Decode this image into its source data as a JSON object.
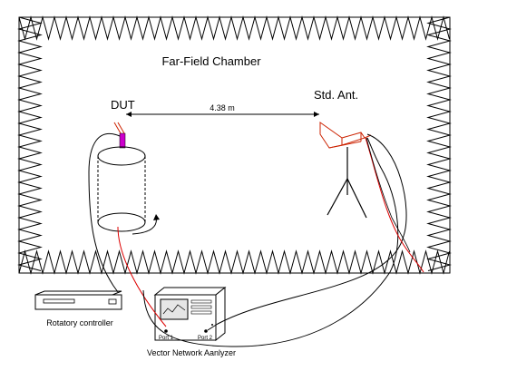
{
  "chamber": {
    "title": "Far-Field Chamber"
  },
  "dut": {
    "label": "DUT"
  },
  "standard_antenna": {
    "label": "Std. Ant."
  },
  "distance": {
    "label": "4.38 m"
  },
  "rotatory_controller": {
    "label": "Rotatory controller"
  },
  "vna": {
    "label": "Vector Network Aanlyzer",
    "port1_label": "Port 1",
    "port2_label": "Port 2"
  },
  "colors": {
    "line": "#000000",
    "cable_red": "#dd0000",
    "dut_probe": "#cc00cc",
    "std_antenna": "#cc2200"
  }
}
